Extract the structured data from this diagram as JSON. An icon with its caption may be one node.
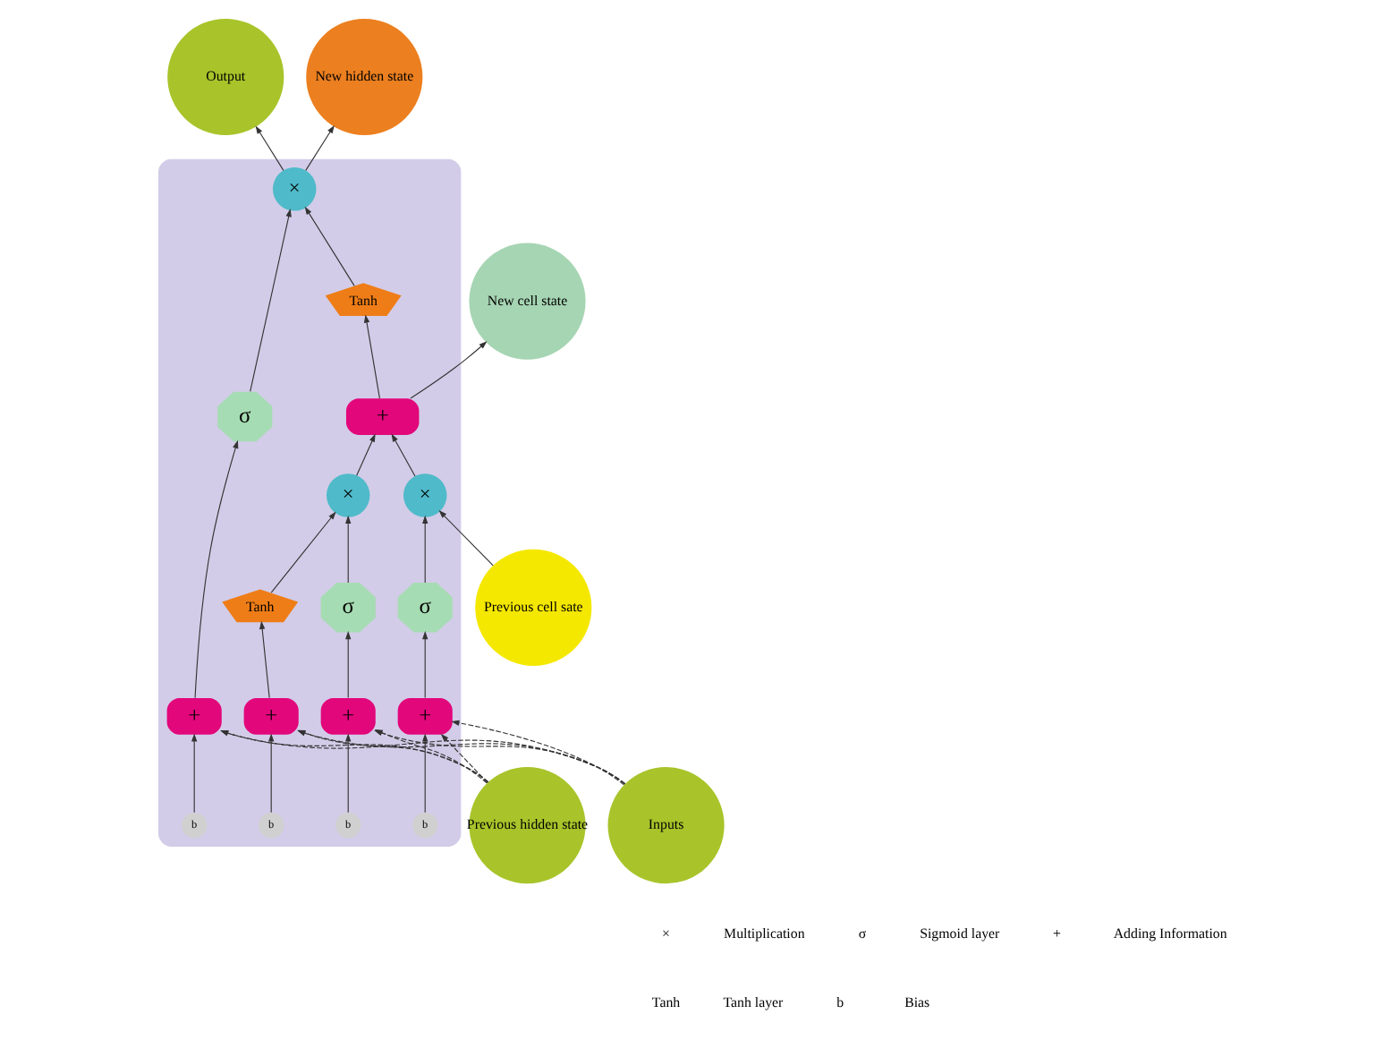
{
  "diagram": {
    "nodes": [
      {
        "text": [
          "Output"
        ]
      },
      {
        "text": [
          "Previous cell sate"
        ]
      },
      {
        "text": [],
        "shape": "box"
      },
      {
        "text": [
          "×"
        ],
        "in": 2
      },
      {
        "text": [
          "+"
        ],
        "in": 2
      },
      {
        "text": [
          "New cell state"
        ]
      },
      {
        "text": [
          "×"
        ],
        "in": 2
      },
      {
        "text": [
          "Tanh"
        ],
        "in": 2
      },
      {
        "text": [
          "σ"
        ],
        "in": 2
      },
      {
        "text": [
          "σ"
        ],
        "in": 2
      },
      {
        "text": [
          "Tanh"
        ],
        "in": 2
      },
      {
        "text": [
          "σ"
        ],
        "in": 2
      },
      {
        "text": [
          "×"
        ],
        "in": 2
      },
      {
        "text": [
          "New hidden state"
        ]
      },
      {
        "text": [
          "+"
        ],
        "in": 2
      },
      {
        "text": [
          "+"
        ],
        "in": 2
      },
      {
        "text": [
          "+"
        ],
        "in": 2
      },
      {
        "text": [
          "+"
        ],
        "in": 2
      },
      {
        "text": [
          "Previous hidden state"
        ]
      },
      {
        "text": [
          "b"
        ],
        "in": 2
      },
      {
        "text": [
          "b"
        ],
        "in": 2
      },
      {
        "text": [
          "b"
        ],
        "in": 2
      },
      {
        "text": [
          "b"
        ],
        "in": 2
      },
      {
        "text": [
          "Inputs"
        ]
      }
    ],
    "edges": [
      {
        "from": 1,
        "to": 3,
        "arrow": "to"
      },
      {
        "from": 3,
        "to": 4,
        "arrow": "to"
      },
      {
        "from": 4,
        "to": 5,
        "arrow": "to"
      },
      {
        "from": 4,
        "to": 7,
        "arrow": "to"
      },
      {
        "from": 6,
        "to": 4,
        "arrow": "to"
      },
      {
        "from": 8,
        "to": 3,
        "arrow": "to"
      },
      {
        "from": 9,
        "to": 6,
        "arrow": "to"
      },
      {
        "from": 10,
        "to": 6,
        "arrow": "to"
      },
      {
        "from": 7,
        "to": 12,
        "arrow": "to"
      },
      {
        "from": 11,
        "to": 12,
        "arrow": "to"
      },
      {
        "from": 12,
        "to": 13,
        "arrow": "to"
      },
      {
        "from": 12,
        "to": 0,
        "arrow": "to"
      },
      {
        "from": 14,
        "to": 8,
        "arrow": "to"
      },
      {
        "from": 15,
        "to": 9,
        "arrow": "to"
      },
      {
        "from": 16,
        "to": 10,
        "arrow": "to"
      },
      {
        "from": 17,
        "to": 11,
        "arrow": "to"
      },
      {
        "from": 18,
        "to": 14,
        "arrow": "to",
        "style": "dashed"
      },
      {
        "from": 18,
        "to": 15,
        "arrow": "to",
        "style": "dashed"
      },
      {
        "from": 18,
        "to": 16,
        "arrow": "to",
        "style": "dashed"
      },
      {
        "from": 18,
        "to": 17,
        "arrow": "to",
        "style": "dashed"
      },
      {
        "from": 23,
        "to": 14,
        "arrow": "to",
        "style": "dashed"
      },
      {
        "from": 23,
        "to": 15,
        "arrow": "to",
        "style": "dashed"
      },
      {
        "from": 23,
        "to": 16,
        "arrow": "to",
        "style": "dashed"
      },
      {
        "from": 23,
        "to": 17,
        "arrow": "to",
        "style": "dashed"
      },
      {
        "from": 19,
        "to": 14,
        "arrow": "to"
      },
      {
        "from": 20,
        "to": 15,
        "arrow": "to"
      },
      {
        "from": 21,
        "to": 16,
        "arrow": "to"
      },
      {
        "from": 22,
        "to": 17,
        "arrow": "to"
      }
    ],
    "labels": [
      "×",
      "Multiplication",
      "σ",
      "Sigmoid layer",
      "+",
      "Adding Information",
      "Tanh",
      "Tanh layer",
      "b",
      "Bias"
    ]
  }
}
